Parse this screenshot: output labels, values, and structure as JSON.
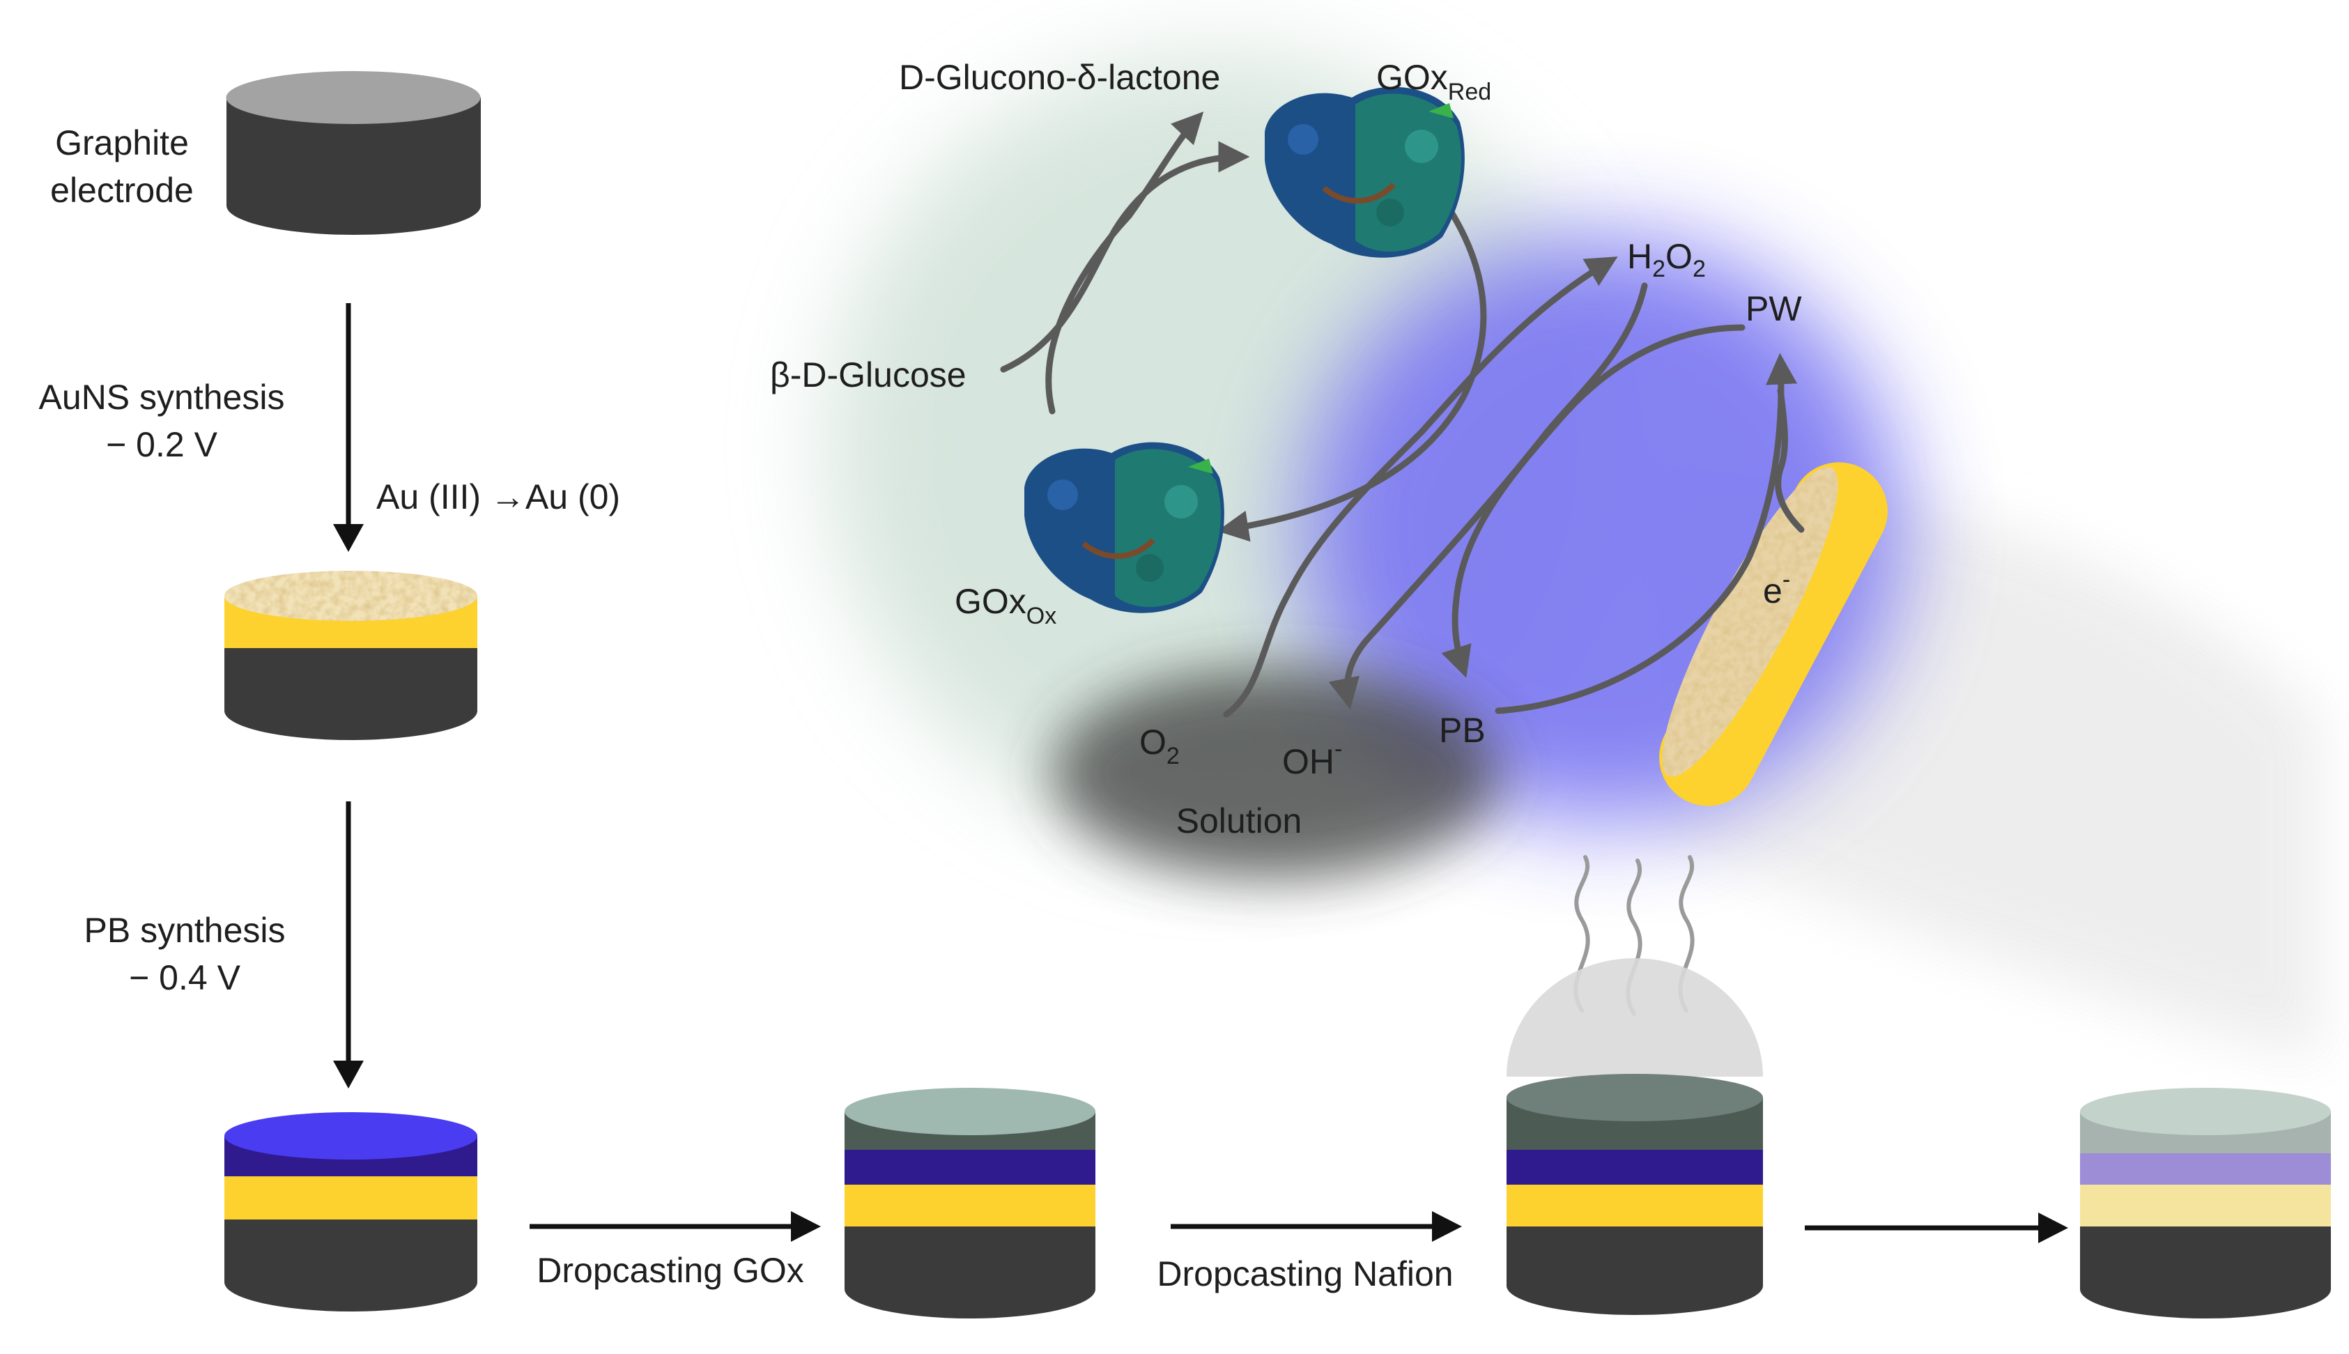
{
  "labels": {
    "graphite": [
      "Graphite",
      "electrode"
    ],
    "aunsStep": [
      "AuNS synthesis",
      "− 0.2 V"
    ],
    "auReduction": "Au (III) →Au (0)",
    "pbStep": [
      "PB synthesis",
      "− 0.4 V"
    ],
    "dropGox": "Dropcasting GOx",
    "dropNafion": "Dropcasting Nafion"
  },
  "reaction": {
    "lactone": "D-Glucono-δ-lactone",
    "glucose": "β-D-Glucose",
    "goxRed": {
      "main": "GOx",
      "sub": "Red"
    },
    "goxOx": {
      "main": "GOx",
      "sub": "Ox"
    },
    "h2o2": {
      "p1": "H",
      "s1": "2",
      "p2": "O",
      "s2": "2"
    },
    "pw": "PW",
    "pb": "PB",
    "electron": {
      "main": "e",
      "sup": "-"
    },
    "o2": {
      "main": "O",
      "sub": "2"
    },
    "oh": {
      "main": "OH",
      "sup": "-"
    },
    "solution": "Solution"
  },
  "colors": {
    "graphite": "#3b3b3b",
    "graphiteTop": "#a3a3a3",
    "gold": "#fdd22f",
    "prussianBlue": "#2f1a8e",
    "prussianTop": "#4a3cf0",
    "gox": "#4d5b55",
    "goxTop": "#9fb8b0",
    "nafionDome": "#d9d9d9",
    "purpleLayer": "#9d8cd6",
    "paleGold": "#f5e49e",
    "enzymeHalo": "#c9ddd2",
    "pbHalo": "#7f7bf2",
    "arrow": "#5a5a5a"
  },
  "icons": [
    "down-arrow-icon",
    "right-arrow-icon",
    "heat-steam-icon",
    "enzyme-gox-icon",
    "curved-arrow-icon"
  ]
}
